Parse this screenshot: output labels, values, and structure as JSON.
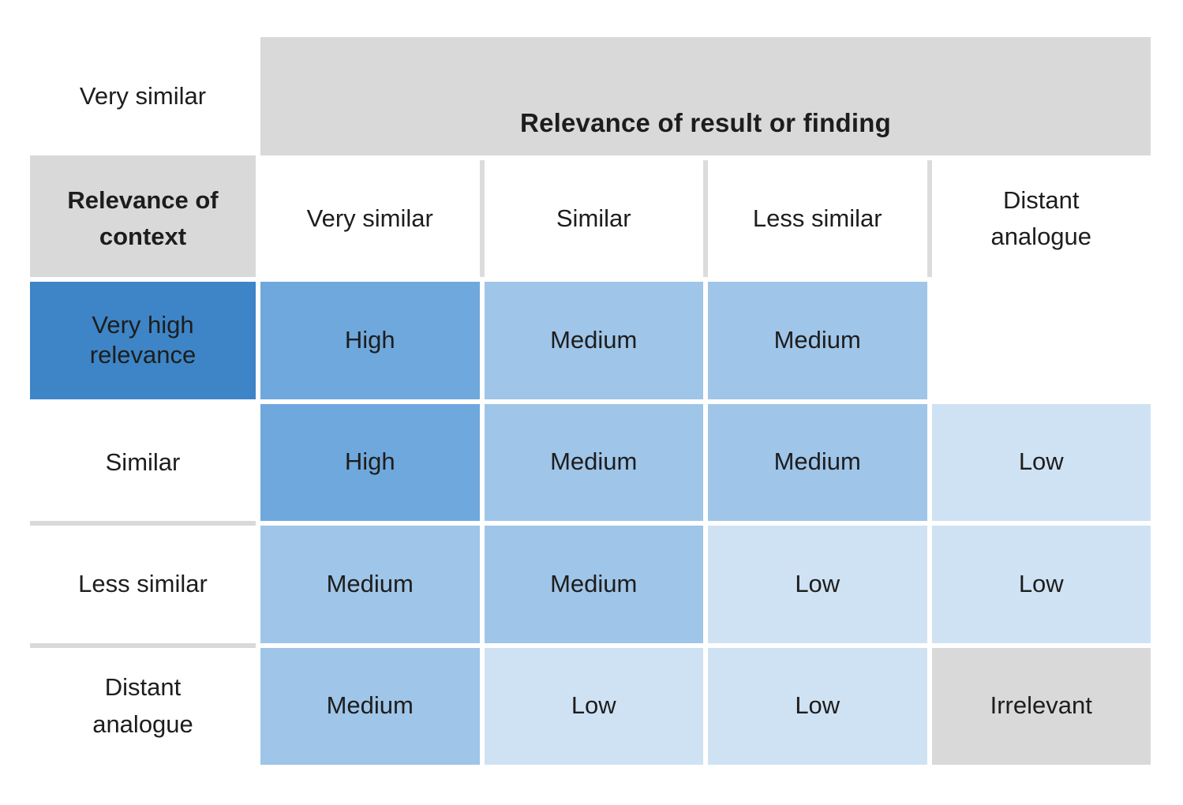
{
  "chart_data": {
    "type": "heatmap",
    "title": "Relevance matrix",
    "x_axis_title": "Relevance of result or finding",
    "y_axis_title": "Relevance of context",
    "x_categories": [
      "Very similar",
      "Similar",
      "Less similar",
      "Distant analogue"
    ],
    "y_categories": [
      "Very similar",
      "Similar",
      "Less similar",
      "Distant analogue"
    ],
    "legend": "none",
    "grid": "white gutters between cells",
    "cells": [
      [
        {
          "label": "Very high relevance",
          "level": "very-high"
        },
        {
          "label": "High",
          "level": "high"
        },
        {
          "label": "Medium",
          "level": "medium"
        },
        {
          "label": "Medium",
          "level": "medium"
        }
      ],
      [
        {
          "label": "High",
          "level": "high"
        },
        {
          "label": "Medium",
          "level": "medium"
        },
        {
          "label": "Medium",
          "level": "medium"
        },
        {
          "label": "Low",
          "level": "low"
        }
      ],
      [
        {
          "label": "Medium",
          "level": "medium"
        },
        {
          "label": "Medium",
          "level": "medium"
        },
        {
          "label": "Low",
          "level": "low"
        },
        {
          "label": "Low",
          "level": "low"
        }
      ],
      [
        {
          "label": "Medium",
          "level": "medium"
        },
        {
          "label": "Low",
          "level": "low"
        },
        {
          "label": "Low",
          "level": "low"
        },
        {
          "label": "Irrelevant",
          "level": "irrelevant"
        }
      ]
    ]
  },
  "colors": {
    "level-very-high": "#3d85c6",
    "level-high": "#6fa8dc",
    "level-medium": "#9fc5e8",
    "level-low": "#cfe2f3",
    "level-irrelevant": "#d9d9d9",
    "header-gray": "#d9d9d9",
    "text": "#1d1d1d"
  }
}
